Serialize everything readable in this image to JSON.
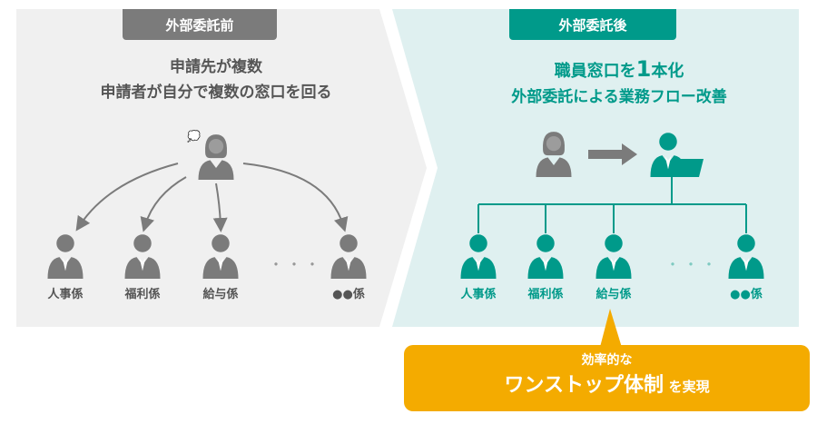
{
  "before": {
    "tag": "外部委託前",
    "line1": "申請先が複数",
    "line2": "申請者が自分で複数の窓口を回る",
    "departments": [
      "人事係",
      "福利係",
      "給与係",
      "●●係"
    ],
    "ellipsis": "・・・"
  },
  "after": {
    "tag": "外部委託後",
    "line1_a": "職員窓口を",
    "line1_b": "1",
    "line1_c": "本化",
    "line2": "外部委託による業務フロー改善",
    "departments": [
      "人事係",
      "福利係",
      "給与係",
      "●●係"
    ],
    "ellipsis": "・・・"
  },
  "callout": {
    "line1": "効率的な",
    "line2_main": "ワンストップ体制",
    "line2_sub": "を実現"
  },
  "colors": {
    "teal": "#009a8a",
    "gray": "#7b7b7b",
    "orange": "#f4ab00",
    "left_bg": "#f0f0f0",
    "right_bg": "#dff0f0"
  }
}
